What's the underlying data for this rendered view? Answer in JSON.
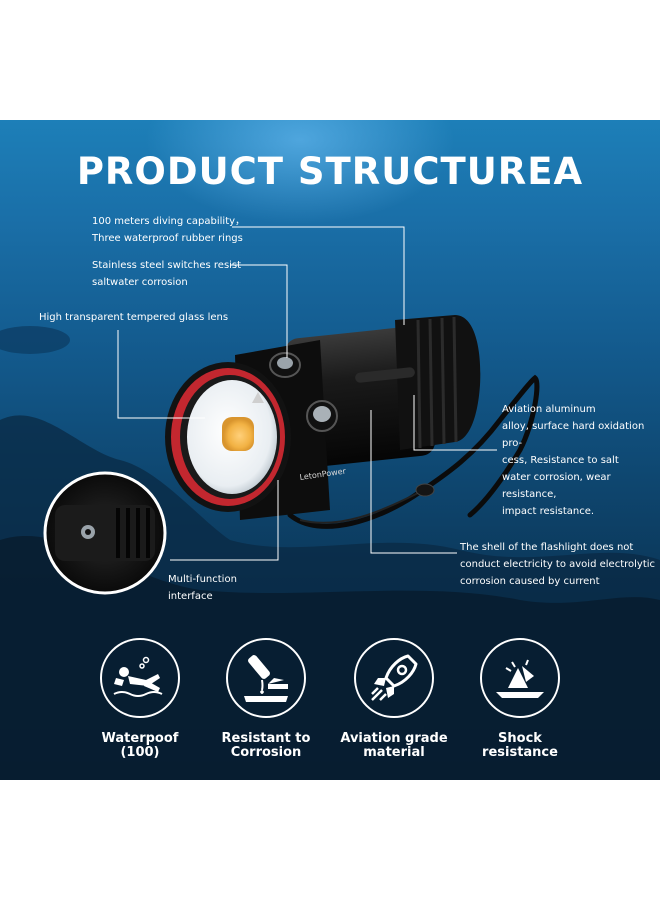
{
  "title": "PRODUCT STRUCTUREA",
  "brand": "LetonPower",
  "callouts": {
    "diving_1": "100 meters diving capability，",
    "diving_2": "Three waterproof rubber rings",
    "switch_1": "Stainless steel switches resist",
    "switch_2": "saltwater corrosion",
    "lens": "High transparent tempered glass lens",
    "aluminum_1": "Aviation aluminum",
    "aluminum_2": "alloy, surface hard oxidation pro-",
    "aluminum_3": "cess, Resistance to salt",
    "aluminum_4": "water corrosion, wear resistance,",
    "aluminum_5": "impact resistance.",
    "shell_1": "The shell of the flashlight does not",
    "shell_2": "conduct electricity  to avoid electrolytic",
    "shell_3": "corrosion caused by current",
    "interface_1": "Multi-function",
    "interface_2": "interface"
  },
  "features": [
    {
      "icon": "diver-icon",
      "line1": "Waterpoof",
      "line2": "(100)"
    },
    {
      "icon": "corrosion-icon",
      "line1": "Resistant to",
      "line2": "Corrosion"
    },
    {
      "icon": "rocket-icon",
      "line1": "Aviation grade",
      "line2": "material"
    },
    {
      "icon": "shock-icon",
      "line1": "Shock",
      "line2": "resistance"
    }
  ],
  "colors": {
    "accent_ring": "#c3272f",
    "led": "#f2b244",
    "water_top": "#1d7fb8",
    "water_bottom": "#081d30"
  }
}
